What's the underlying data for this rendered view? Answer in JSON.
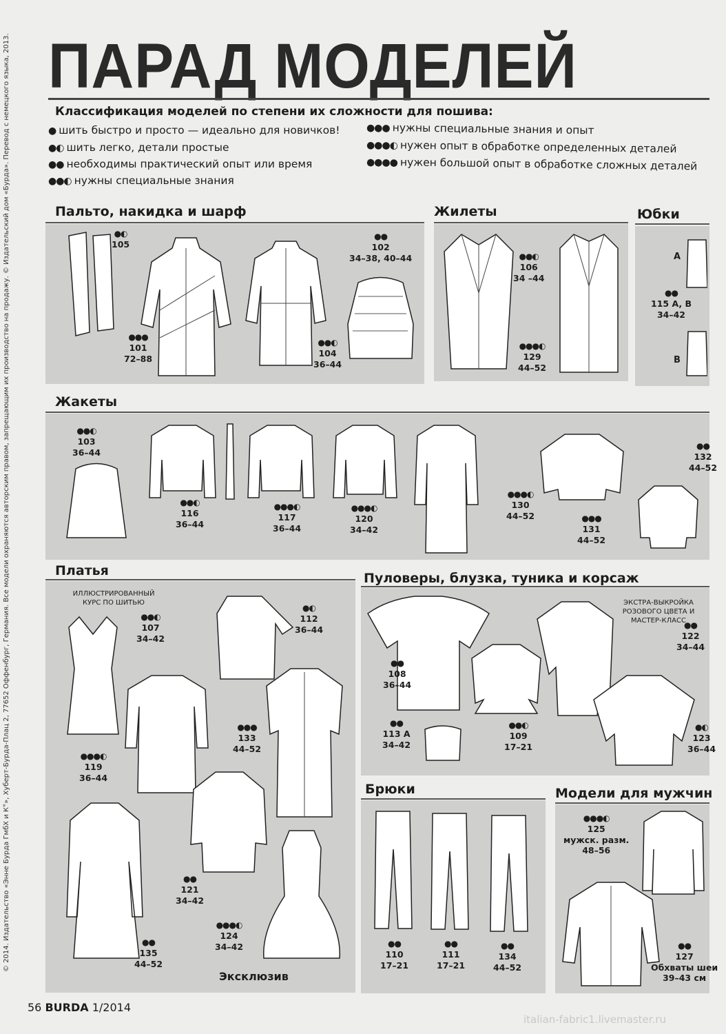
{
  "title": "ПАРАД МОДЕЛЕЙ",
  "classification": {
    "title": "Классификация моделей по степени их сложности для пошива:",
    "left": [
      {
        "dots": "●",
        "text": "шить быстро и просто — идеально для новичков!"
      },
      {
        "dots": "●◐",
        "text": "шить легко, детали простые"
      },
      {
        "dots": "●●",
        "text": "необходимы практический опыт или время"
      },
      {
        "dots": "●●◐",
        "text": "нужны специальные знания"
      }
    ],
    "right": [
      {
        "dots": "●●●",
        "text": "нужны специальные знания и опыт"
      },
      {
        "dots": "●●●◐",
        "text": "нужен опыт в обработке определенных деталей"
      },
      {
        "dots": "●●●●",
        "text": "нужен большой опыт в обработке сложных деталей"
      }
    ]
  },
  "copyright": "© 2014. Издательство «Энне Бурда ГмбХ и К°», Хуберт-Бурда-Плац 2, 77652 Оффенбург, Германия. Все модели охраняются авторским правом, запрещающим их производство на продажу. © Издательский дом «Бурда». Перевод с немецкого языка, 2013.",
  "sections": {
    "coats": "Пальто, накидка и шарф",
    "vests": "Жилеты",
    "skirts": "Юбки",
    "jackets": "Жакеты",
    "dresses": "Платья",
    "pullovers": "Пуловеры, блузка, туника и корсаж",
    "trousers": "Брюки",
    "men": "Модели для мужчин"
  },
  "models": {
    "m105": {
      "dots": "●◐",
      "num": "105",
      "size": ""
    },
    "m101": {
      "dots": "●●●",
      "num": "101",
      "size": "72–88"
    },
    "m102": {
      "dots": "●●",
      "num": "102",
      "size": "34–38, 40–44"
    },
    "m104": {
      "dots": "●●◐",
      "num": "104",
      "size": "36–44"
    },
    "m106": {
      "dots": "●●◐",
      "num": "106",
      "size": "34 –44"
    },
    "m129": {
      "dots": "●●●◐",
      "num": "129",
      "size": "44–52"
    },
    "m115": {
      "dots": "●●",
      "num": "115 A, B",
      "size": "34–42"
    },
    "m103": {
      "dots": "●●◐",
      "num": "103",
      "size": "36–44"
    },
    "m116": {
      "dots": "●●◐",
      "num": "116",
      "size": "36–44"
    },
    "m117": {
      "dots": "●●●◐",
      "num": "117",
      "size": "36–44"
    },
    "m120": {
      "dots": "●●●◐",
      "num": "120",
      "size": "34–42"
    },
    "m130": {
      "dots": "●●●◐",
      "num": "130",
      "size": "44–52"
    },
    "m131": {
      "dots": "●●●",
      "num": "131",
      "size": "44–52"
    },
    "m132": {
      "dots": "●●",
      "num": "132",
      "size": "44–52"
    },
    "m107": {
      "dots": "●●◐",
      "num": "107",
      "size": "34–42"
    },
    "m112": {
      "dots": "●◐",
      "num": "112",
      "size": "36–44"
    },
    "m133": {
      "dots": "●●●",
      "num": "133",
      "size": "44–52"
    },
    "m119": {
      "dots": "●●●◐",
      "num": "119",
      "size": "36–44"
    },
    "m121": {
      "dots": "●●",
      "num": "121",
      "size": "34–42"
    },
    "m124": {
      "dots": "●●●◐",
      "num": "124",
      "size": "34–42"
    },
    "m135": {
      "dots": "●●",
      "num": "135",
      "size": "44–52"
    },
    "m108": {
      "dots": "●●",
      "num": "108",
      "size": "36–44"
    },
    "m113": {
      "dots": "●●",
      "num": "113 A",
      "size": "34–42"
    },
    "m109": {
      "dots": "●●◐",
      "num": "109",
      "size": "17–21"
    },
    "m122": {
      "dots": "●●",
      "num": "122",
      "size": "34–44"
    },
    "m123": {
      "dots": "●◐",
      "num": "123",
      "size": "36–44"
    },
    "m110": {
      "dots": "●●",
      "num": "110",
      "size": "17–21"
    },
    "m111": {
      "dots": "●●",
      "num": "111",
      "size": "17–21"
    },
    "m134": {
      "dots": "●●",
      "num": "134",
      "size": "44–52"
    },
    "m125": {
      "dots": "●●●◐",
      "num": "125",
      "size": "мужск. разм.",
      "size2": "48–56"
    },
    "m127": {
      "dots": "●●",
      "num": "127",
      "size": "Обхваты шеи",
      "size2": "39–43 см"
    }
  },
  "skirt_variants": {
    "a": "A",
    "b": "B"
  },
  "notes": {
    "course": "ИЛЛЮСТРИРОВАННЫЙ КУРС ПО ШИТЬЮ",
    "extra": "ЭКСТРА-ВЫКРОЙКА РОЗОВОГО ЦВЕТА И МАСТЕР-КЛАСС",
    "exclusive": "Эксклюзив"
  },
  "footer": {
    "page": "56",
    "magazine": "BURDA",
    "issue": "1/2014"
  },
  "watermark": "italian-fabric1.livemaster.ru"
}
